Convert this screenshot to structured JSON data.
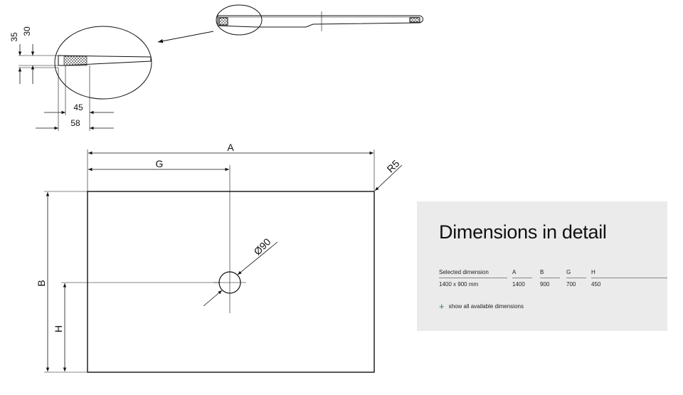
{
  "drawing": {
    "labels": {
      "a": "A",
      "b": "B",
      "g": "G",
      "h": "H",
      "radius": "R5",
      "drain_diameter": "Ø90",
      "d35": "35",
      "d30": "30",
      "d45": "45",
      "d58": "58"
    }
  },
  "panel": {
    "title": "Dimensions in detail",
    "table": {
      "headers": [
        "Selected dimension",
        "A",
        "B",
        "G",
        "H"
      ],
      "values": [
        "1400 x 900 mm",
        "1400",
        "900",
        "700",
        "450"
      ]
    },
    "show_all_label": "show all available dimensions",
    "show_all_icon": "plus-icon",
    "accent_color": "#2e7d4f",
    "background_color": "#ebebeb"
  }
}
